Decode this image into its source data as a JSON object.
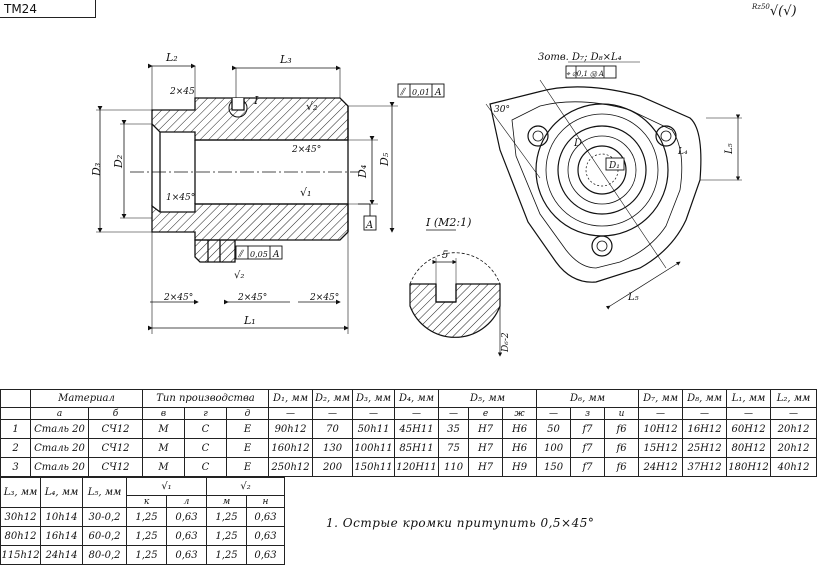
{
  "sheet": {
    "stamp": "ТМ24",
    "finish_label": "Rz50",
    "finish_mark": "√(√)",
    "note": "1. Острые кромки притупить 0,5×45°"
  },
  "drawing": {
    "labels": {
      "l2": "L₂",
      "l3": "L₃",
      "l1": "L₁",
      "l4": "L₄",
      "l5": "L₅",
      "d2": "D₂",
      "d4": "D₄",
      "d3": "D₃",
      "d5": "D₅",
      "ch1": "2×45",
      "ch2": "2×45°",
      "ch3": "1×45°",
      "ch4": "2×45°",
      "ch5": "2×45°",
      "ch6": "2×45°",
      "roman1": "I",
      "rough1": "√₂",
      "rough2": "√₁",
      "rough3": "√₂",
      "tol1_sym": "⫽",
      "tol1_val": "0,01",
      "tol1_base": "A",
      "tol2_sym": "⫽",
      "tol2_val": "0,05",
      "tol2_base": "A",
      "base_a": "A",
      "detail_title": "I (М2:1)",
      "detail_dim": "5",
      "detail_d": "D₆-2",
      "holes_note": "3отв. D₇; D₈×L₄",
      "holes_tol": "⌖ ⌀0,1 Ⓜ A",
      "angle": "30°",
      "dia_d": "D",
      "d1": "D₁"
    }
  },
  "table_main": {
    "headers": {
      "material": "Материал",
      "type": "Тип производства",
      "d1": "D₁, мм",
      "d2": "D₂, мм",
      "d3": "D₃, мм",
      "d4": "D₄, мм",
      "d5": "D₅, мм",
      "d6": "D₆, мм",
      "d7": "D₇, мм",
      "d8": "D₈, мм",
      "l1": "L₁, мм",
      "l2": "L₂, мм"
    },
    "sub": [
      "а",
      "б",
      "в",
      "г",
      "д",
      "—",
      "—",
      "—",
      "—",
      "—",
      "е",
      "ж",
      "—",
      "з",
      "и",
      "—",
      "—",
      "—",
      "—"
    ],
    "rows": [
      [
        "1",
        "Сталь 20",
        "СЧ12",
        "М",
        "С",
        "Е",
        "90h12",
        "70",
        "50h11",
        "45H11",
        "35",
        "H7",
        "H6",
        "50",
        "f7",
        "f6",
        "10H12",
        "16H12",
        "60H12",
        "20h12"
      ],
      [
        "2",
        "Сталь 20",
        "СЧ12",
        "М",
        "С",
        "Е",
        "160h12",
        "130",
        "100h11",
        "85H11",
        "75",
        "H7",
        "H6",
        "100",
        "f7",
        "f6",
        "15H12",
        "25H12",
        "80H12",
        "20h12"
      ],
      [
        "3",
        "Сталь 20",
        "СЧ12",
        "М",
        "С",
        "Е",
        "250h12",
        "200",
        "150h11",
        "120H11",
        "110",
        "H7",
        "H9",
        "150",
        "f7",
        "f6",
        "24H12",
        "37H12",
        "180H12",
        "40h12"
      ]
    ]
  },
  "table_second": {
    "headers": {
      "l3": "L₃, мм",
      "l4": "L₄, мм",
      "l5": "L₅, мм",
      "r1": "√₁",
      "r2": "√₂"
    },
    "sub": [
      "к",
      "л",
      "м",
      "н"
    ],
    "rows": [
      [
        "30h12",
        "10h14",
        "30-0,2",
        "1,25",
        "0,63",
        "1,25",
        "0,63"
      ],
      [
        "80h12",
        "16h14",
        "60-0,2",
        "1,25",
        "0,63",
        "1,25",
        "0,63"
      ],
      [
        "115h12",
        "24h14",
        "80-0,2",
        "1,25",
        "0,63",
        "1,25",
        "0,63"
      ]
    ]
  }
}
